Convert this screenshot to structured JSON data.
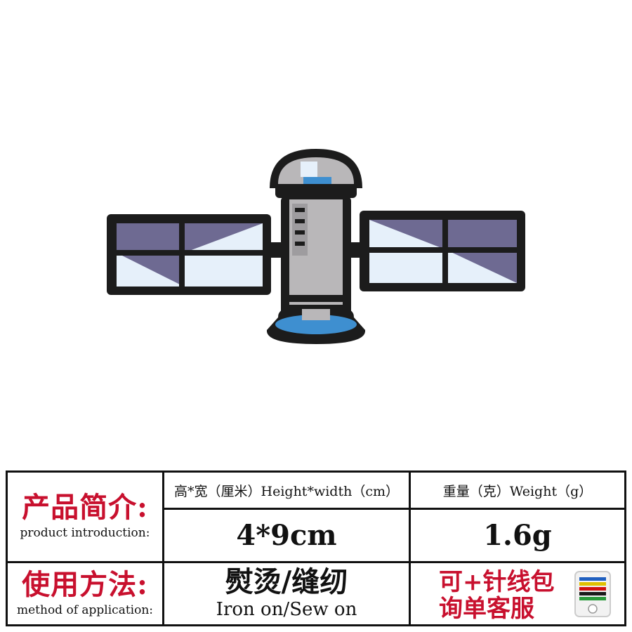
{
  "product": {
    "image_name": "satellite-embroidered-patch",
    "colors": {
      "outline": "#1c1c1c",
      "panel_dark": "#6e6a92",
      "panel_light": "#e6f0fa",
      "body_grey": "#b9b7b9",
      "accent_blue": "#3e8fd0"
    }
  },
  "table": {
    "product_label_cn": "产品简介:",
    "product_label_en": "product introduction:",
    "size_header": "高*宽（厘米）Height*width（cm）",
    "weight_header": "重量（克）Weight（g）",
    "size_value": "4*9cm",
    "weight_value": "1.6g",
    "method_label_cn": "使用方法:",
    "method_label_en": "method of application:",
    "method_value_cn": "熨烫/缝纫",
    "method_value_en": "Iron on/Sew on",
    "note_line1": "可+针线包",
    "note_line2": "询单客服",
    "accent_color": "#c8102e"
  }
}
